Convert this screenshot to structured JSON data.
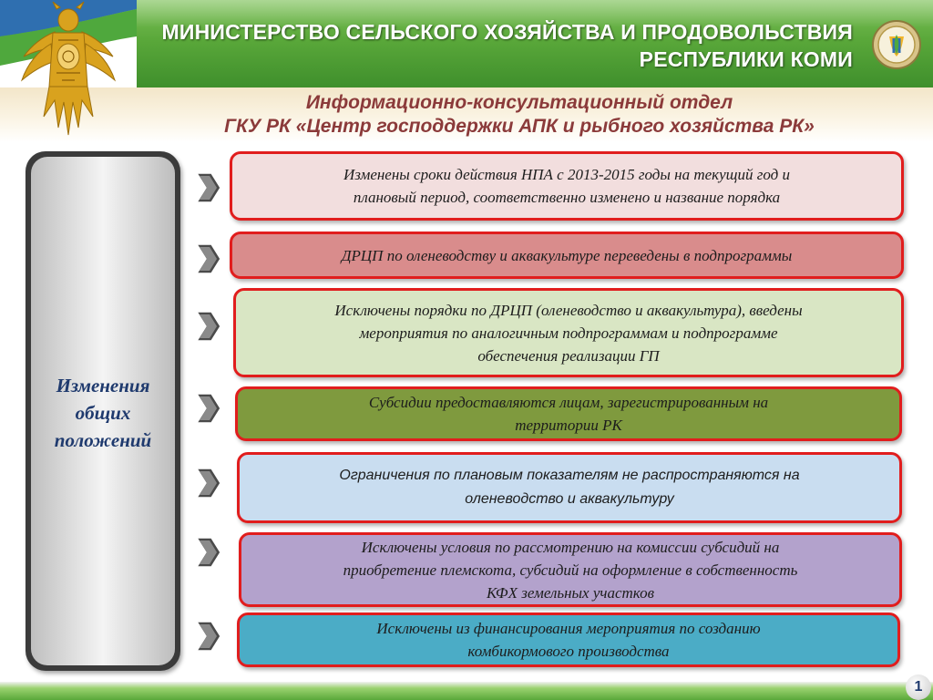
{
  "header": {
    "ministry_line1": "МИНИСТЕРСТВО СЕЛЬСКОГО ХОЗЯЙСТВА И ПРОДОВОЛЬСТВИЯ",
    "ministry_line2": "РЕСПУБЛИКИ КОМИ"
  },
  "subtitle": {
    "line1": "Информационно-консультационный отдел",
    "line2": "ГКУ РК «Центр господдержки АПК и рыбного хозяйства РК»"
  },
  "main_label": {
    "line1": "Изменения",
    "line2": "общих",
    "line3": "положений"
  },
  "items": [
    {
      "text_line1": "Изменены сроки действия НПА с  2013-2015 годы  на текущий год и",
      "text_line2": "плановый период, соответственно изменено и название порядка",
      "text_line3": "",
      "bg": "#f2dede"
    },
    {
      "text_line1": "ДРЦП по оленеводству и аквакультуре переведены в подпрограммы",
      "text_line2": "",
      "text_line3": "",
      "bg": "#d98c8c"
    },
    {
      "text_line1": "Исключены порядки по ДРЦП (оленеводство и аквакультура), введены",
      "text_line2": "мероприятия по аналогичным подпрограммам и подпрограмме",
      "text_line3": "обеспечения реализации ГП",
      "bg": "#d9e6c4"
    },
    {
      "text_line1": "Субсидии предоставляются лицам, зарегистрированным на",
      "text_line2": "территории РК",
      "text_line3": "",
      "bg": "#7f9a3e"
    },
    {
      "text_line1": "Ограничения по плановым показателям не распространяются на",
      "text_line2": "оленеводство и аквакультуру",
      "text_line3": "",
      "bg": "#c9ddf0"
    },
    {
      "text_line1": "Исключены условия по рассмотрению на комиссии субсидий на",
      "text_line2": "приобретение племскота, субсидий на оформление в собственность",
      "text_line3": "КФХ земельных участков",
      "bg": "#b3a2cc"
    },
    {
      "text_line1": "Исключены из финансирования мероприятия по созданию",
      "text_line2": "комбикормового производства",
      "text_line3": "",
      "bg": "#4bacc6"
    }
  ],
  "page_number": "1",
  "colors": {
    "header_green": "#5aa83a",
    "box_border": "#e11d1d",
    "subtitle": "#8b3a3a",
    "main_label": "#1f3a6e"
  },
  "icons": {
    "emblem": "komi-emblem-icon",
    "seal": "ministry-seal-icon",
    "arrow": "arrow-right-icon"
  }
}
